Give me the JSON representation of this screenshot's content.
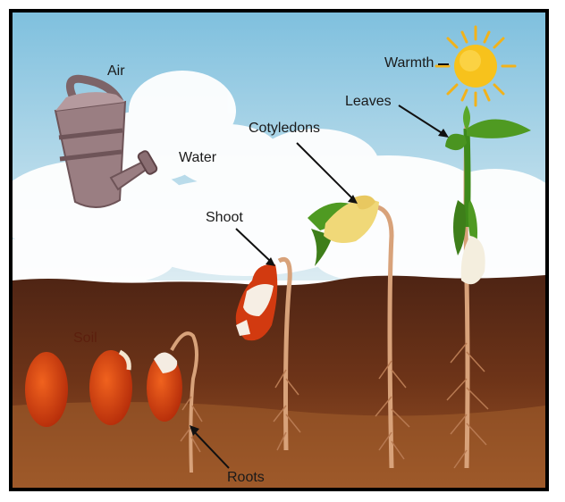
{
  "labels": {
    "air": "Air",
    "water": "Water",
    "warmth": "Warmth",
    "leaves": "Leaves",
    "cotyledons": "Cotyledons",
    "shoot": "Shoot",
    "soil": "Soil",
    "roots": "Roots"
  },
  "colors": {
    "sky_top": "#7fc0de",
    "sky_bottom": "#dcecf2",
    "cloud": "#ffffff",
    "soil_top": "#5a2a18",
    "soil_bottom": "#8c4a24",
    "seed": "#d23a10",
    "stem": "#d8a27a",
    "leaf": "#4f9a22",
    "cotyledon": "#f0d878",
    "sun": "#f7c21c",
    "watering_can": "#9a7e82"
  },
  "icons": [
    "watering-can-icon",
    "sun-icon"
  ]
}
